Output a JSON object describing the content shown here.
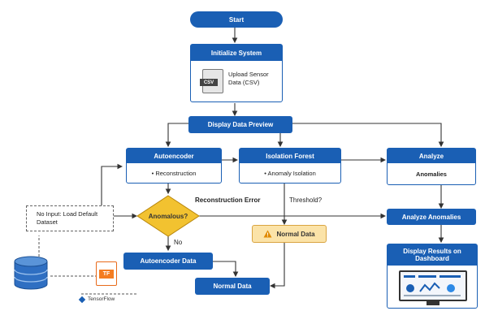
{
  "nodes": {
    "start": "Start",
    "init": "Initialize System",
    "upload": "Upload Sensor Data (CSV)",
    "csv_tag": "CSV",
    "display_preview": "Display Data Preview",
    "autoencoder": "Autoencoder",
    "reconstruction": "• Reconstruction",
    "isolation_forest": "Isolation Forest",
    "anomaly_isolation": "• Anomaly Isolation",
    "analyze": "Analyze",
    "anomalies": "Anomalies",
    "no_input": "No Input: Load Default Dataset",
    "anomalous": "Anomalous?",
    "recon_error": "Reconstruction Error",
    "threshold": "Threshold?",
    "analyze_anomalies": "Analyze Anomalies",
    "normal_data_warn": "Normal Data",
    "no_label": "No",
    "autoencoder_data": "Autoencoder Data",
    "normal_data": "Normal Data",
    "display_results": "Display Results on Dashboard",
    "tf_tag": "TF",
    "tensorflow": "TensorFlow"
  }
}
